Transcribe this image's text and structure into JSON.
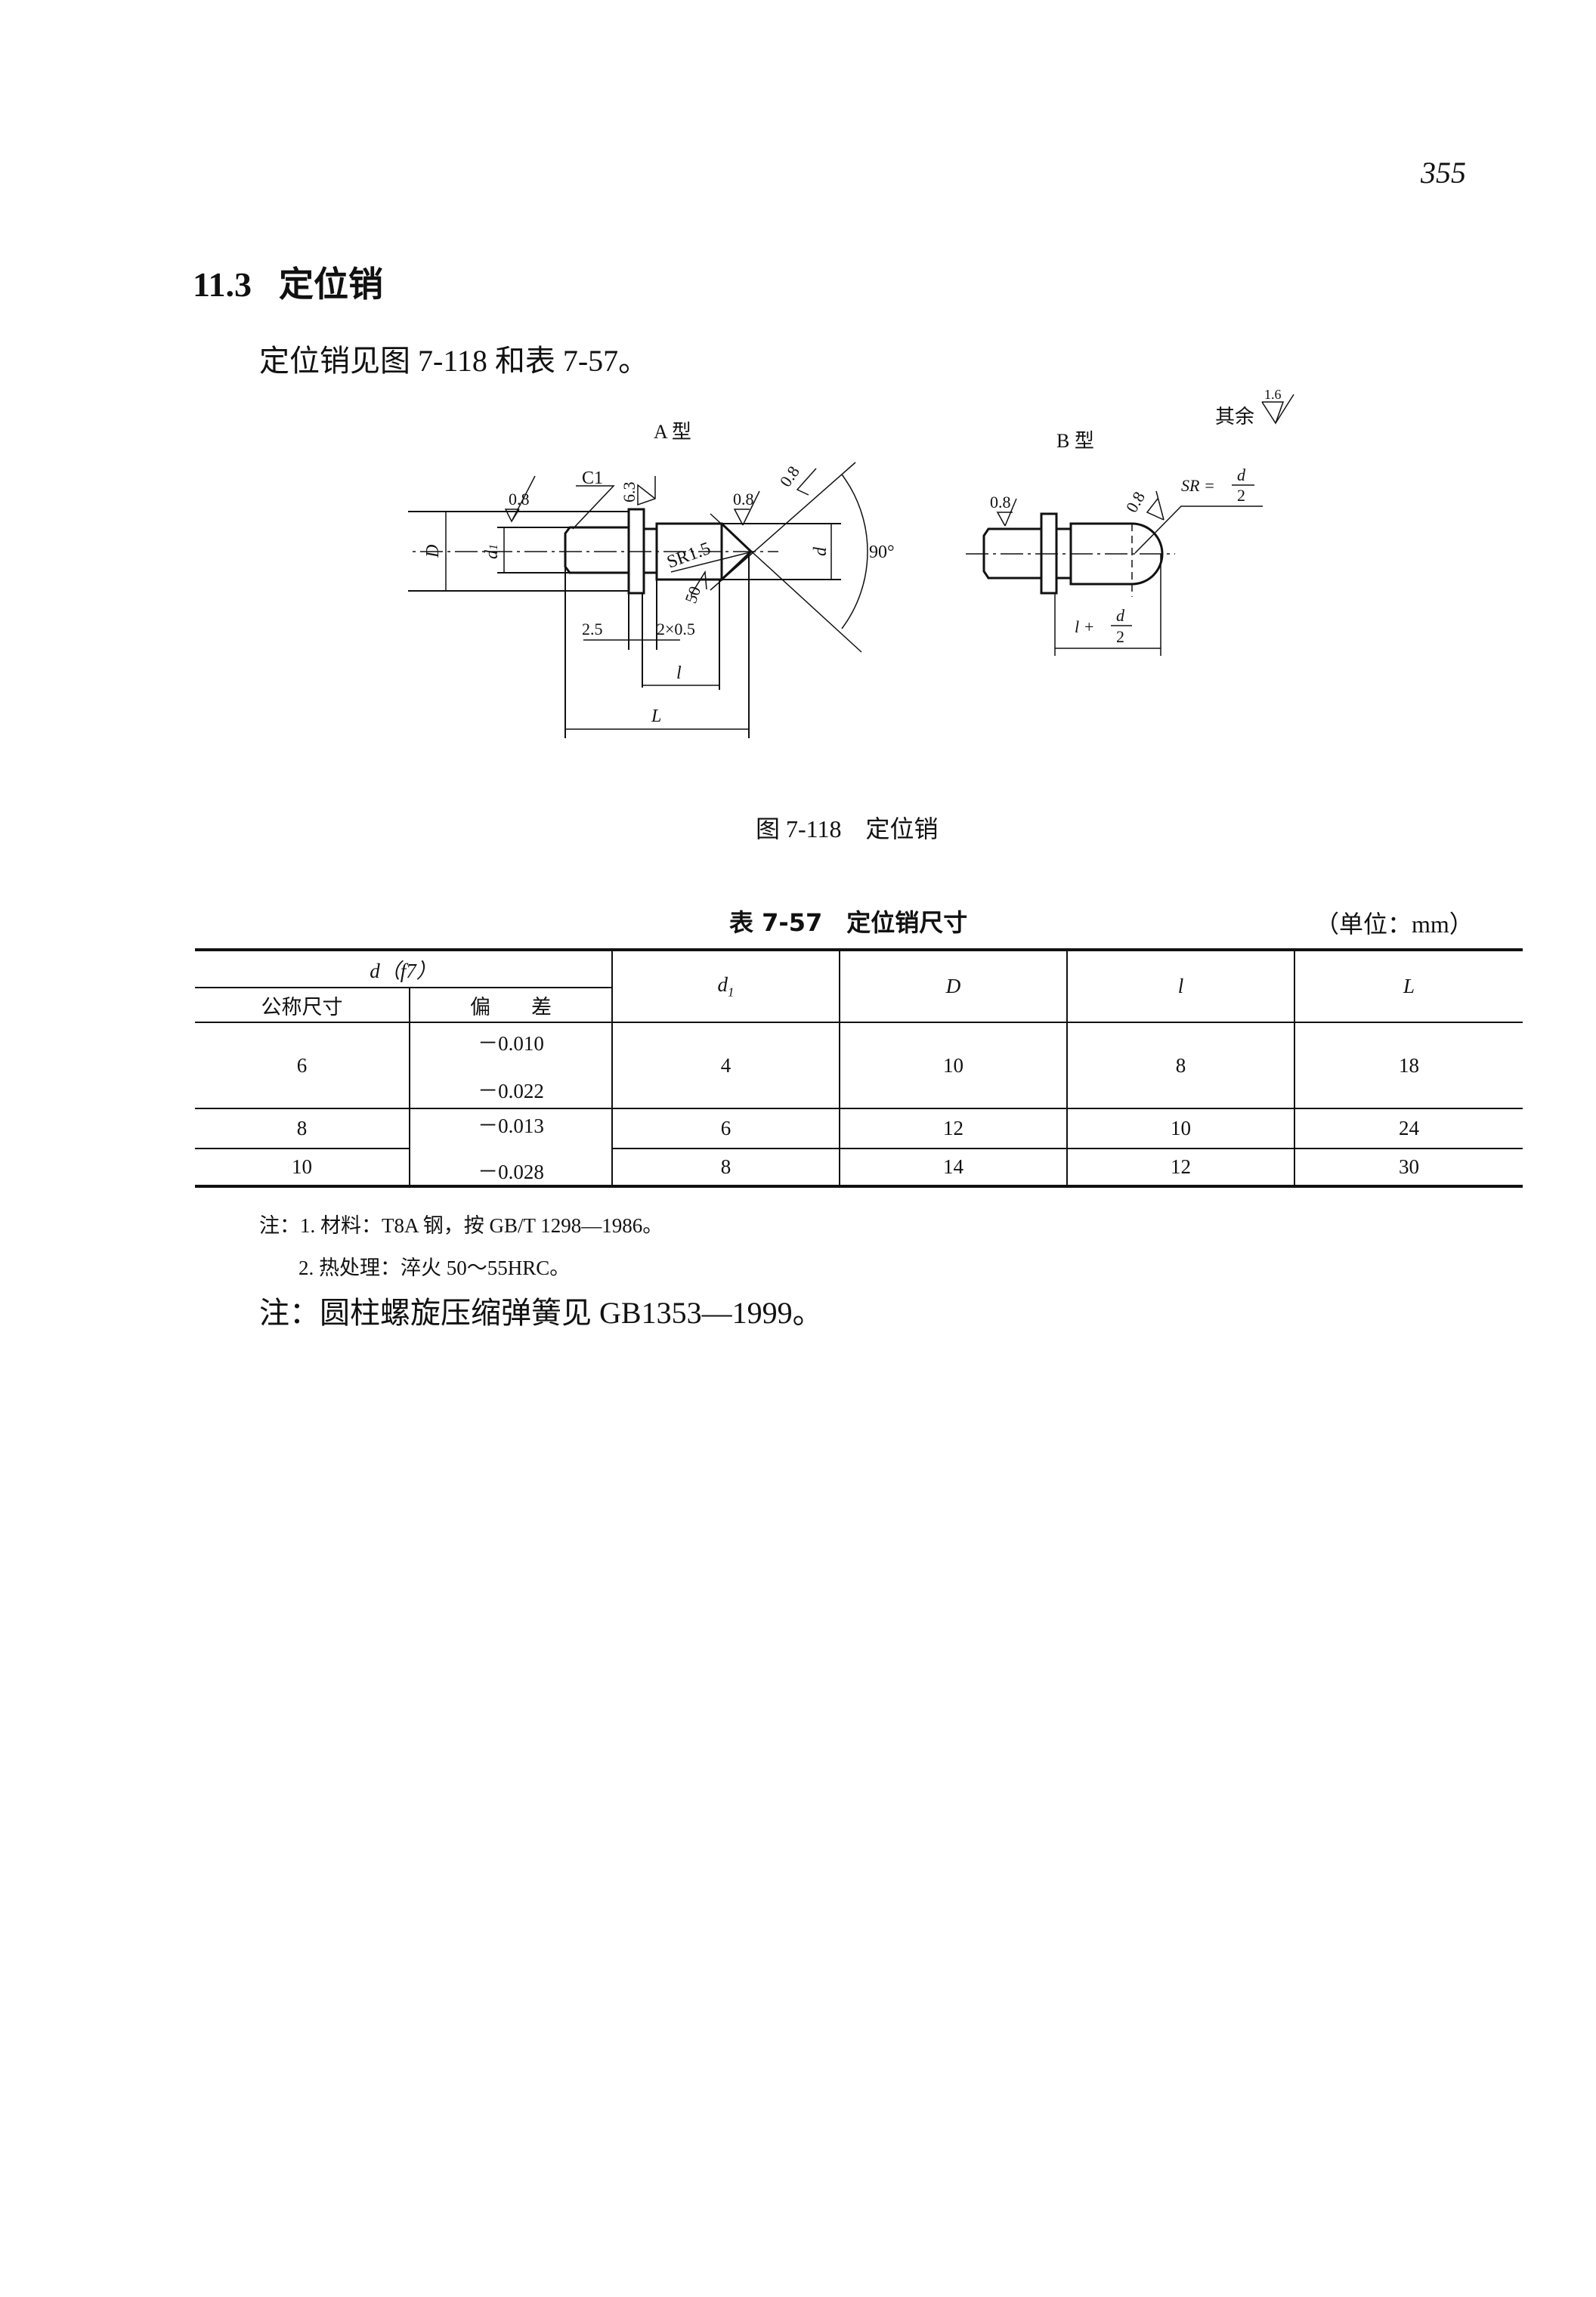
{
  "page_number": "355",
  "section": {
    "number": "11.3",
    "title": "定位销"
  },
  "intro": "定位销见图 7-118 和表 7-57。",
  "figure": {
    "type_a_label": "A 型",
    "type_b_label": "B 型",
    "other_roughness": "其余",
    "other_roughness_value": "1.6",
    "annotations": {
      "chamfer": "C1",
      "roughness_08": "0.8",
      "roughness_63": "6.3",
      "sr": "SR1.5",
      "sr_angle": "50",
      "angle": "90°",
      "dim_D": "D",
      "dim_d1": "d",
      "dim_d1_sub": "1",
      "dim_d": "d",
      "dim_25": "2.5",
      "dim_groove": "2×0.5",
      "dim_l": "l",
      "dim_L": "L",
      "b_sr": "SR =",
      "b_frac_num": "d",
      "b_frac_den": "2",
      "b_len": "l +"
    },
    "caption": "图 7-118　定位销"
  },
  "table": {
    "title": "表 7-57　定位销尺寸",
    "unit": "（单位：mm）",
    "header": {
      "d_group": "d（f7）",
      "nominal": "公称尺寸",
      "deviation": "偏　　差",
      "d1": "d",
      "d1_sub": "1",
      "D": "D",
      "l": "l",
      "L": "L"
    },
    "rows": [
      {
        "nominal": "6",
        "dev_upper": "－0.010",
        "dev_lower": "－0.022",
        "d1": "4",
        "D": "10",
        "l": "8",
        "L": "18"
      },
      {
        "nominal": "8",
        "d1": "6",
        "D": "12",
        "l": "10",
        "L": "24"
      },
      {
        "nominal": "10",
        "d1": "8",
        "D": "14",
        "l": "12",
        "L": "30"
      }
    ],
    "shared_dev_upper": "－0.013",
    "shared_dev_lower": "－0.028"
  },
  "notes": [
    "注：1. 材料：T8A 钢，按 GB/T 1298—1986。",
    "2. 热处理：淬火 50～55HRC。"
  ],
  "footnote": "注：圆柱螺旋压缩弹簧见 GB1353—1999。"
}
